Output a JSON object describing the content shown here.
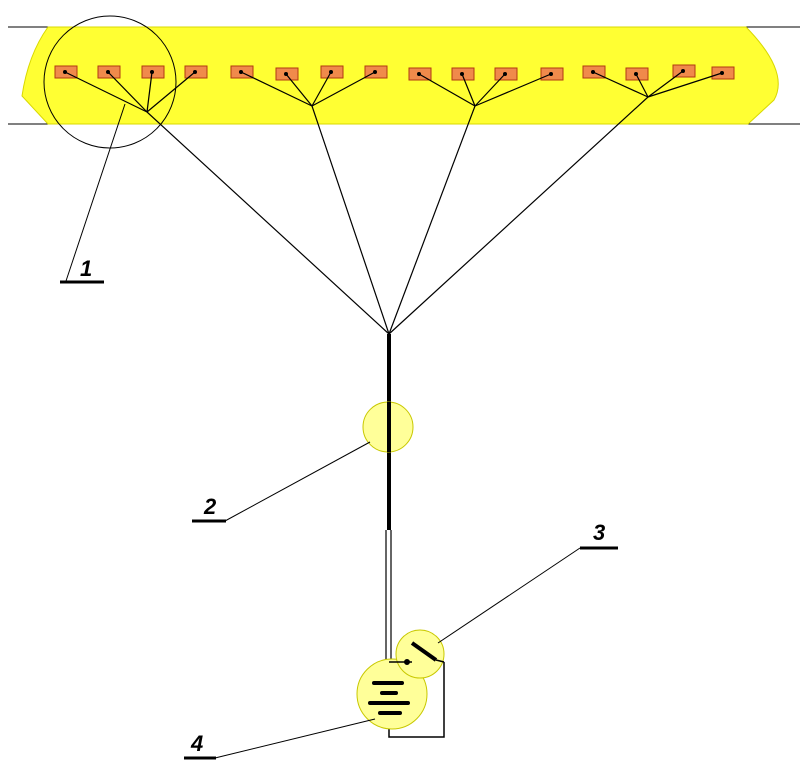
{
  "colors": {
    "strip_fill": "#ffff33",
    "strip_outline": "#d8d800",
    "pad_fill": "#f08a4b",
    "pad_outline": "#b03a10",
    "highlight_fill": "#ffff99",
    "highlight_outline": "#c8c800",
    "line": "#000000"
  },
  "callouts": [
    {
      "label": "1"
    },
    {
      "label": "2"
    },
    {
      "label": "3"
    },
    {
      "label": "4"
    }
  ],
  "groups": [
    {
      "pads": 4
    },
    {
      "pads": 4
    },
    {
      "pads": 4
    },
    {
      "pads": 4
    }
  ]
}
